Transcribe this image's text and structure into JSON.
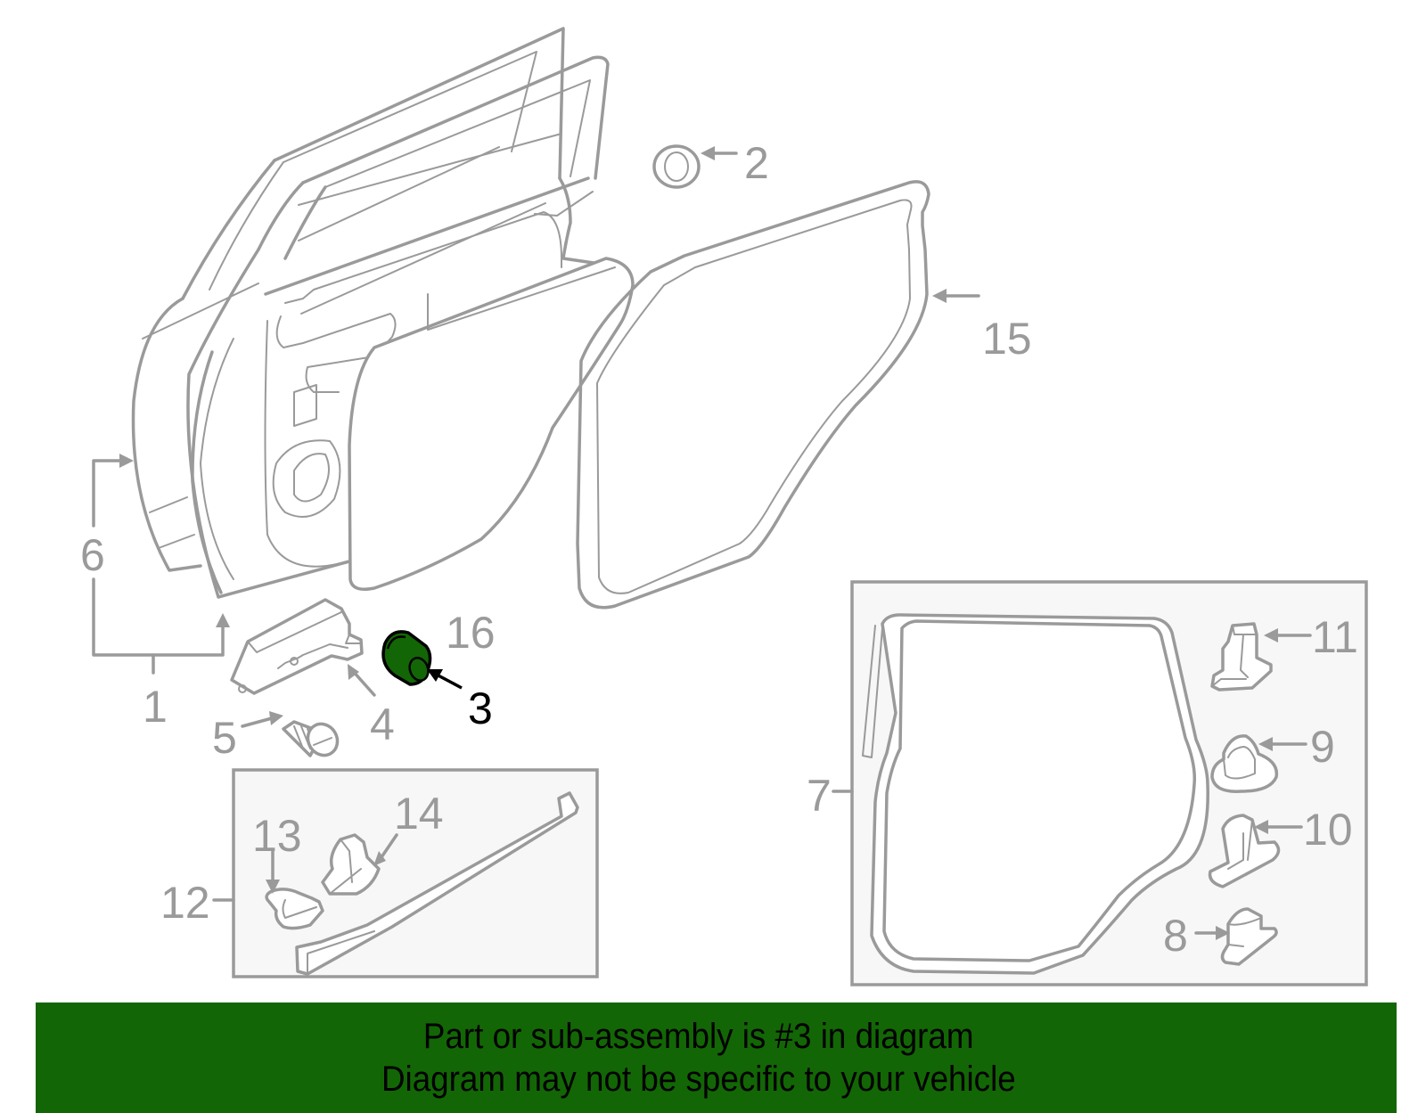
{
  "diagram": {
    "title": "Rear door components parts diagram",
    "highlighted_part": "3",
    "highlight_color": "#136605",
    "line_color": "#9a9a9a",
    "callouts": [
      {
        "id": "1",
        "label": "1",
        "part": "door-shell"
      },
      {
        "id": "2",
        "label": "2",
        "part": "plug"
      },
      {
        "id": "3",
        "label": "3",
        "part": "bumper-highlighted"
      },
      {
        "id": "4",
        "label": "4",
        "part": "bracket"
      },
      {
        "id": "5",
        "label": "5",
        "part": "screw"
      },
      {
        "id": "6",
        "label": "6",
        "part": "outer-panel"
      },
      {
        "id": "7",
        "label": "7",
        "part": "weatherstrip-kit"
      },
      {
        "id": "8",
        "label": "8",
        "part": "clip"
      },
      {
        "id": "9",
        "label": "9",
        "part": "clip"
      },
      {
        "id": "10",
        "label": "10",
        "part": "clip"
      },
      {
        "id": "11",
        "label": "11",
        "part": "clip"
      },
      {
        "id": "12",
        "label": "12",
        "part": "belt-molding-kit"
      },
      {
        "id": "13",
        "label": "13",
        "part": "clip"
      },
      {
        "id": "14",
        "label": "14",
        "part": "clip"
      },
      {
        "id": "15",
        "label": "15",
        "part": "weatherstrip"
      },
      {
        "id": "16",
        "label": "16",
        "part": "water-shield"
      }
    ]
  },
  "banner": {
    "line1": "Part or sub-assembly is #3 in diagram",
    "line2": "Diagram may not be specific to your vehicle",
    "background": "#136605"
  }
}
